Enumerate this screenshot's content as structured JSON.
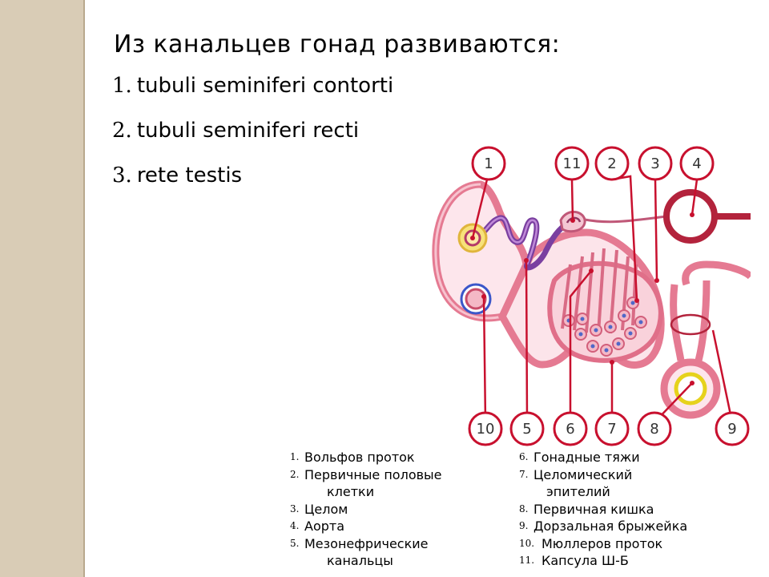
{
  "slide": {
    "title": "Из канальцев гонад развиваются:",
    "items": [
      {
        "num": "1.",
        "text": "tubuli seminiferi  contorti"
      },
      {
        "num": "2.",
        "text": "tubuli seminiferi recti"
      },
      {
        "num": "3.",
        "text": "rete testis"
      }
    ]
  },
  "figure": {
    "callouts": [
      "1",
      "11",
      "2",
      "3",
      "4",
      "10",
      "5",
      "6",
      "7",
      "8",
      "9"
    ]
  },
  "legend": {
    "left": [
      {
        "num": "1.",
        "text": "Вольфов проток"
      },
      {
        "num": "2.",
        "text": "Первичные половые",
        "cont": "клетки"
      },
      {
        "num": "3.",
        "text": "Целом"
      },
      {
        "num": "4.",
        "text": "Аорта"
      },
      {
        "num": "5.",
        "text": "Мезонефрические",
        "cont": "канальцы"
      }
    ],
    "right": [
      {
        "num": "6.",
        "text": "Гонадные тяжи"
      },
      {
        "num": "7.",
        "text": "Целомический",
        "cont": "эпителий"
      },
      {
        "num": "8.",
        "text": "Первичная кишка"
      },
      {
        "num": "9.",
        "text": "Дорзальная брыжейка"
      },
      {
        "num": "10.",
        "text": "Мюллеров проток"
      },
      {
        "num": "11.",
        "text": "Капсула Ш-Б"
      }
    ]
  }
}
